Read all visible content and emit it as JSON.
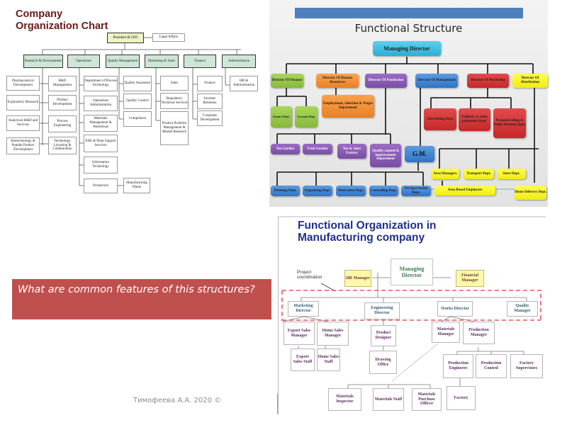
{
  "slide": {
    "question": "What are common features of this structures?",
    "footer": "Тимофеева А.А. 2020 ©",
    "colors": {
      "question_bg": "#c0504d",
      "chart1_title": "#6b1a1a",
      "chart3_title": "#1f2f8c"
    }
  },
  "company_chart": {
    "title_line1": "Company",
    "title_line2": "Organization Chart",
    "root": "President & CEO",
    "staff": "Legal Affairs",
    "departments": [
      {
        "name": "Research & Development",
        "children": [
          "R&D Management",
          "Product Development",
          "Process Engineering",
          "Technology Licensing & Collaboration"
        ],
        "side": [
          "Pharmaceutical Development",
          "Exploratory Research",
          "Analytical R&D and Services",
          "Biotechnology & Peptide Product Development"
        ]
      },
      {
        "name": "Operations",
        "children": [
          "Department of Process Technology",
          "Operations Administration",
          "Materials Management & Warehouse",
          "EHS & Plant Support Services",
          "Information Technology",
          "Production"
        ],
        "sub": "Manufacturing Plants"
      },
      {
        "name": "Quality Management",
        "children": [
          "Quality Assurance",
          "Quality Control",
          "Compliance"
        ]
      },
      {
        "name": "Marketing & Sales",
        "children": [
          "Sales",
          "Regulatory Technical Services",
          "Product Portfolio Management & Market Research"
        ]
      },
      {
        "name": "Finance",
        "children": [
          "Finance",
          "Investor Relations",
          "Corporate Development"
        ]
      },
      {
        "name": "Administration",
        "children": [
          "HR & Administration"
        ]
      }
    ]
  },
  "functional_structure": {
    "title": "Functional Structure",
    "root": "Managing Director",
    "directors": [
      "Director Of Finance",
      "Director Of Human Resources",
      "Director Of Production",
      "Director Of Management",
      "Director Of Marketing",
      "Director Of Distribution"
    ],
    "finance_units": [
      "Finance Dept.",
      "Accounts Dept."
    ],
    "hr_unit": "Employment, Selection & Wages Department",
    "production_units": [
      "Tea Garden",
      "Fruit Garden",
      "Tea & Juice Factory",
      "Quality control & Improvement Department"
    ],
    "gm": "G.M.",
    "management_units": [
      "Planning Dept.",
      "Organizing Dept.",
      "Motivation Dept.",
      "Controlling Dept.",
      "On Spot Action Dept."
    ],
    "marketing_units": [
      "Advertising Dept.",
      "Publicity & Sales promotion Dept.",
      "Personal selling & Public Relation Dept."
    ],
    "distribution_units": [
      "Area Managers",
      "Transport Dept.",
      "Store Dept.",
      "Area Based Employees",
      "Home Delivery Dept."
    ]
  },
  "functional_org": {
    "title_line1": "Functional Organization in",
    "title_line2": "Manufacturing company",
    "root": "Managing Director",
    "staff": [
      "HR Manager",
      "Financial Manager"
    ],
    "note": "Project coordination",
    "directors": [
      "Marketing Director",
      "Engineering Director",
      "Works Director",
      "Quality Manager"
    ],
    "marketing_units": [
      "Export Sales Manager",
      "Home Sales Manager"
    ],
    "marketing_staff": [
      "Export Sales Staff",
      "Home Sales Staff"
    ],
    "engineering_units": [
      "Product Designer",
      "Drawing Office"
    ],
    "works_units": [
      "Materials Manager",
      "Production Manager"
    ],
    "production_units": [
      "Production Engineers",
      "Production Control",
      "Factory Supervisors"
    ],
    "factory": "Factory",
    "materials_units": [
      "Materials Inspector",
      "Materials Staff",
      "Materials Purchase Officer"
    ]
  }
}
